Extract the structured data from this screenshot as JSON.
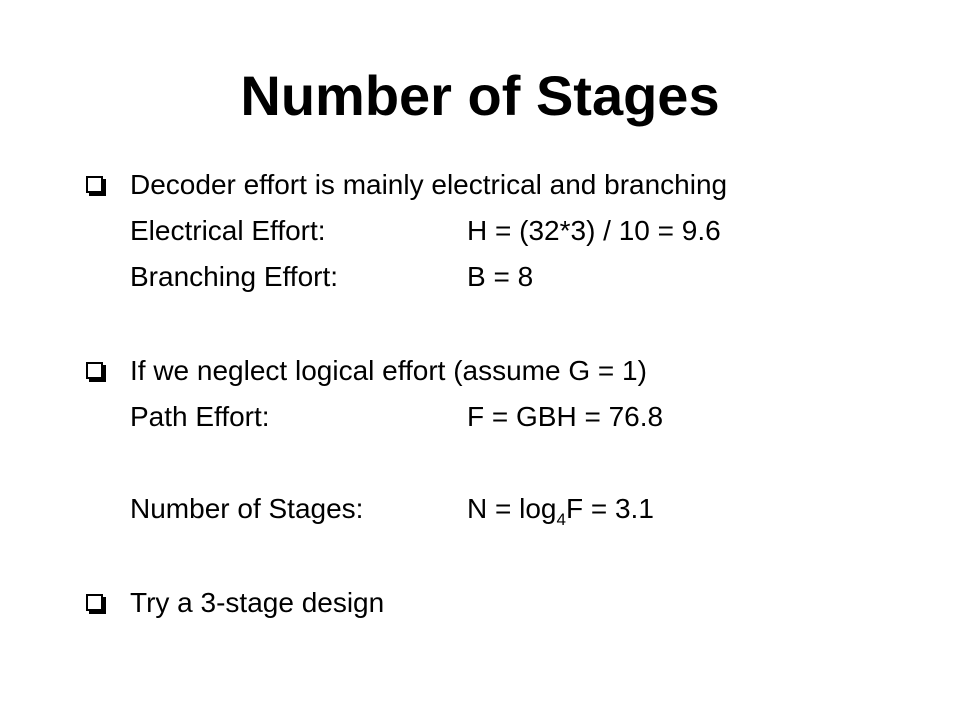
{
  "slide": {
    "title": "Number of Stages",
    "bullet1": {
      "text": "Decoder effort is mainly electrical and branching",
      "rows": [
        {
          "label": "Electrical Effort:",
          "value": "H = (32*3) / 10 = 9.6"
        },
        {
          "label": "Branching Effort:",
          "value": "B = 8"
        }
      ]
    },
    "bullet2": {
      "text": "If we neglect logical effort (assume G = 1)",
      "rows": [
        {
          "label": "Path Effort:",
          "value": "F = GBH = 76.8"
        }
      ],
      "stages_row": {
        "label": "Number of Stages:",
        "value_prefix": "N = log",
        "value_subscript": "4",
        "value_suffix": "F = 3.1"
      }
    },
    "bullet3": {
      "text": "Try a 3-stage design"
    }
  }
}
